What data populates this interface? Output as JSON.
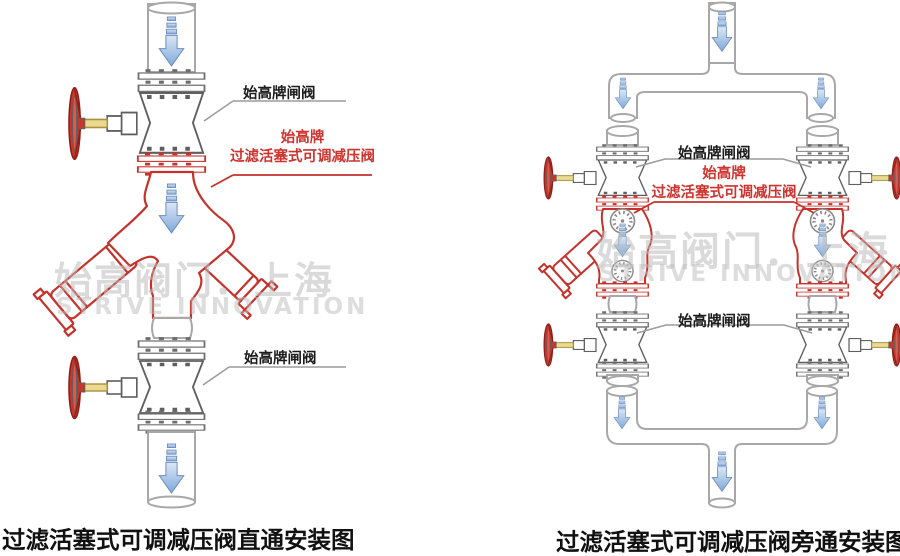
{
  "colors": {
    "valve_red": "#c5322c",
    "label_red": "#cf332e",
    "outline_gray": "#a8a8a8",
    "dark_gray": "#5f5f5f",
    "arrow_blue": "#7fa8d9",
    "stem_yellow": "#ead98f",
    "watermark_gray": "#bdbdbd",
    "caption_black": "#111111"
  },
  "icons": {
    "flow_arrow": "down-arrow-icon",
    "gauge": "pressure-gauge-icon",
    "handwheel": "handwheel-icon"
  },
  "watermark": {
    "cn": "始高阀门．上海",
    "en": "STRIVE  INNOVATION"
  },
  "left_diagram": {
    "caption": "过滤活塞式可调减压阀直通安装图",
    "labels": {
      "gate_top": "始高牌闸阀",
      "prv_line1": "始高牌",
      "prv_line2": "过滤活塞式可调减压阀",
      "gate_bottom": "始高牌闸阀"
    }
  },
  "right_diagram": {
    "caption": "过滤活塞式可调减压阀旁通安装图",
    "labels": {
      "gate_top": "始高牌闸阀",
      "prv_line1": "始高牌",
      "prv_line2": "过滤活塞式可调减压阀",
      "gate_bottom": "始高牌闸阀"
    }
  }
}
